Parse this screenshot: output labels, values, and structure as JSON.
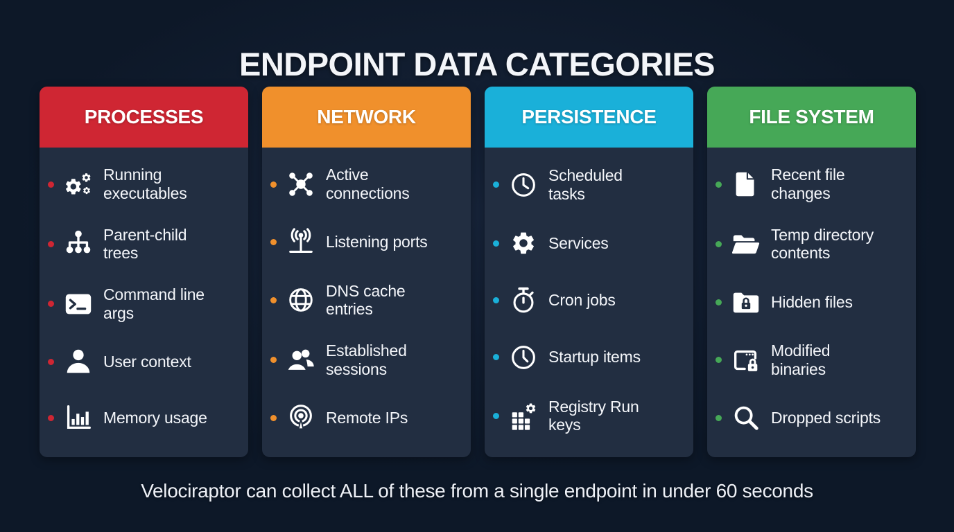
{
  "title": "ENDPOINT DATA CATEGORIES",
  "footer": "Velociraptor can collect ALL of these from a single endpoint in under 60 seconds",
  "colors": {
    "page_bg": "#0d1828",
    "card_bg": "#222e41",
    "text": "#f4f6fa",
    "red": "#cf2633",
    "orange": "#f0902c",
    "cyan": "#1ab0d9",
    "green": "#46a857"
  },
  "columns": [
    {
      "header": "PROCESSES",
      "accent": "#cf2633",
      "items": [
        {
          "icon": "gears-icon",
          "label": "Running executables"
        },
        {
          "icon": "process-tree-icon",
          "label": "Parent-child trees"
        },
        {
          "icon": "terminal-icon",
          "label": "Command line args"
        },
        {
          "icon": "user-icon",
          "label": "User context"
        },
        {
          "icon": "bar-chart-icon",
          "label": "Memory usage"
        }
      ]
    },
    {
      "header": "NETWORK",
      "accent": "#f0902c",
      "items": [
        {
          "icon": "network-hub-icon",
          "label": "Active connections"
        },
        {
          "icon": "antenna-icon",
          "label": "Listening ports"
        },
        {
          "icon": "globe-icon",
          "label": "DNS cache entries"
        },
        {
          "icon": "users-icon",
          "label": "Established sessions"
        },
        {
          "icon": "broadcast-icon",
          "label": "Remote IPs"
        }
      ]
    },
    {
      "header": "PERSISTENCE",
      "accent": "#1ab0d9",
      "items": [
        {
          "icon": "clock-icon",
          "label": "Scheduled tasks"
        },
        {
          "icon": "gear-icon",
          "label": "Services"
        },
        {
          "icon": "stopwatch-icon",
          "label": "Cron jobs"
        },
        {
          "icon": "clock-icon",
          "label": "Startup items"
        },
        {
          "icon": "registry-grid-gear-icon",
          "label": "Registry Run keys"
        }
      ]
    },
    {
      "header": "FILE SYSTEM",
      "accent": "#46a857",
      "items": [
        {
          "icon": "file-icon",
          "label": "Recent file changes"
        },
        {
          "icon": "open-folder-icon",
          "label": "Temp directory contents"
        },
        {
          "icon": "folder-lock-icon",
          "label": "Hidden files"
        },
        {
          "icon": "window-lock-icon",
          "label": "Modified binaries"
        },
        {
          "icon": "search-icon",
          "label": "Dropped scripts"
        }
      ]
    }
  ]
}
